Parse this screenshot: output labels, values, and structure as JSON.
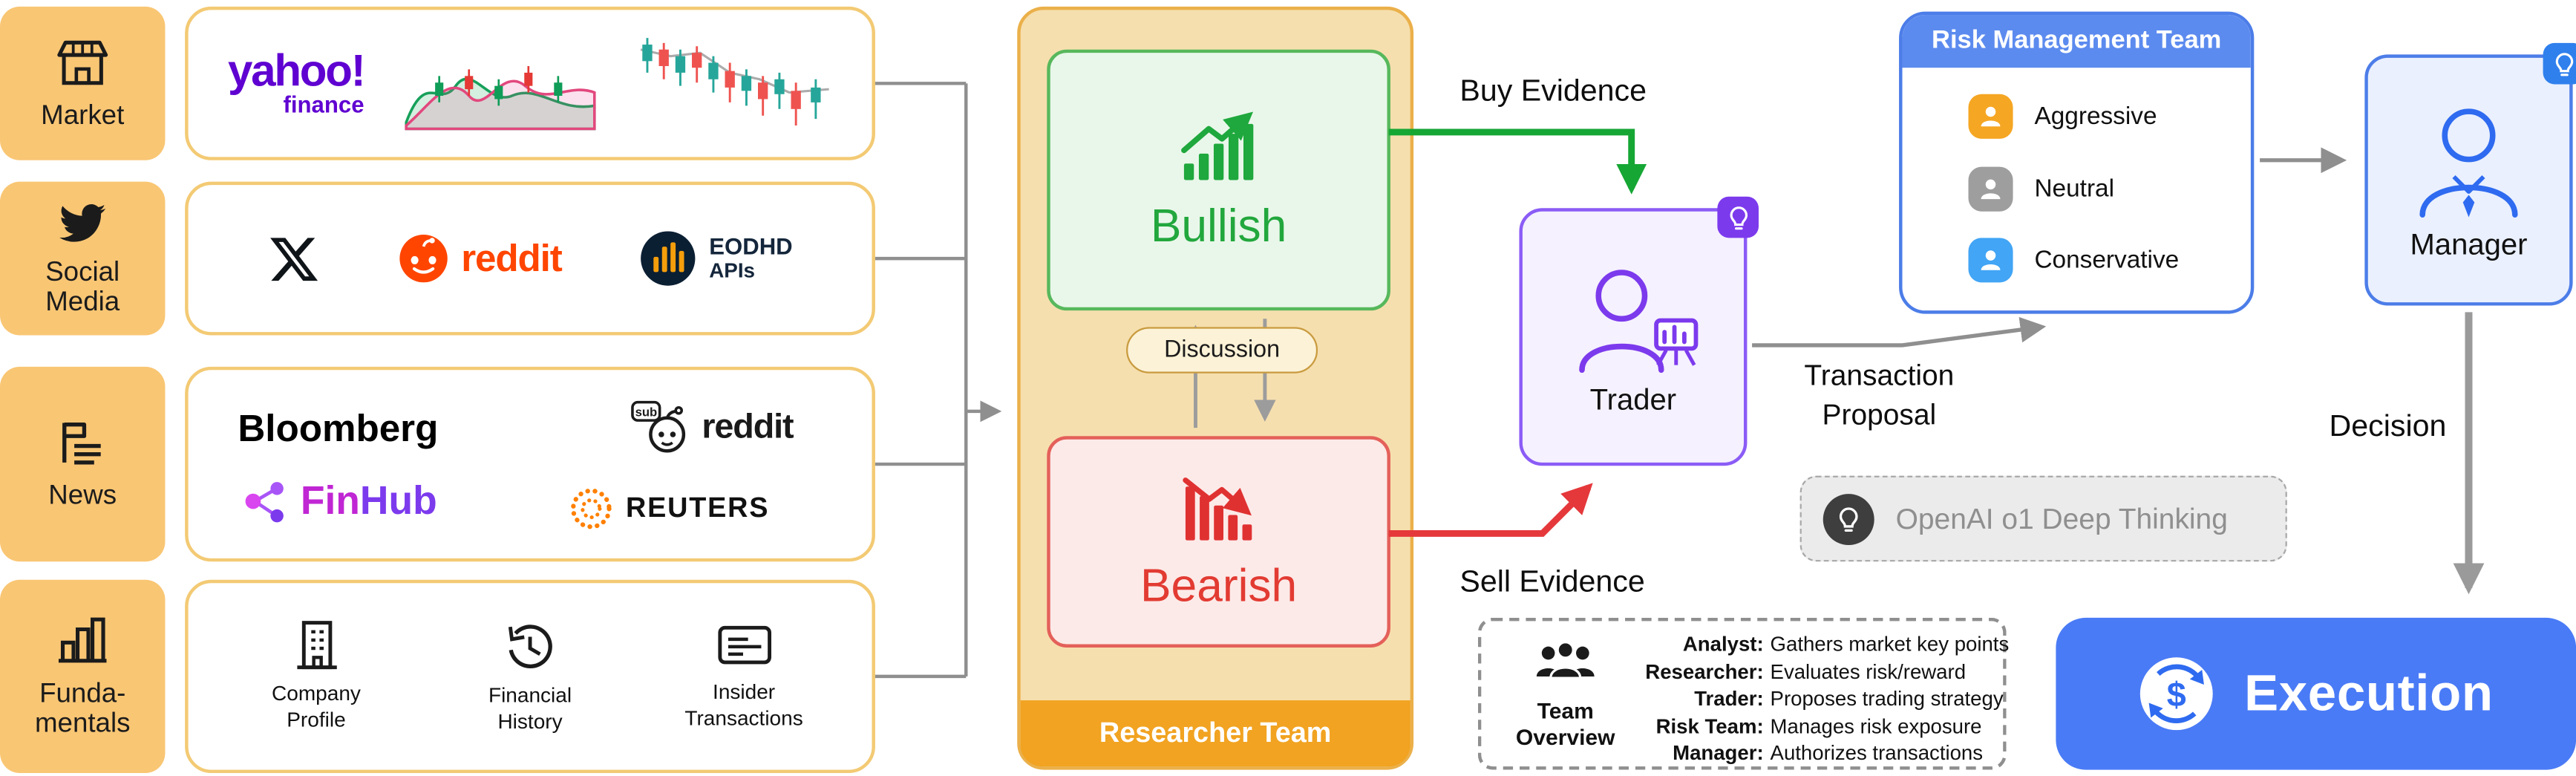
{
  "sources": {
    "market": {
      "label": "Market",
      "yahoo_line1": "yahoo!",
      "yahoo_line2": "finance"
    },
    "social": {
      "label_line1": "Social",
      "label_line2": "Media",
      "reddit": "reddit",
      "eodhd_line1": "EODHD",
      "eodhd_line2": "APIs"
    },
    "news": {
      "label": "News",
      "bloomberg": "Bloomberg",
      "subreddit_badge": "sub",
      "subreddit": "reddit",
      "finhub_fin": "Fin",
      "finhub_hub": "Hub",
      "reuters": "REUTERS"
    },
    "fundamentals": {
      "label_line1": "Funda-",
      "label_line2": "mentals",
      "items": [
        "Company Profile",
        "Financial History",
        "Insider Transactions"
      ]
    }
  },
  "researcher": {
    "title": "Researcher Team",
    "bullish_label": "Bullish",
    "bearish_label": "Bearish",
    "discussion_label": "Discussion"
  },
  "trader": {
    "label": "Trader"
  },
  "risk_team": {
    "title": "Risk Management Team",
    "members": [
      {
        "name": "Aggressive",
        "color": "#F5A623"
      },
      {
        "name": "Neutral",
        "color": "#9E9E9E"
      },
      {
        "name": "Conservative",
        "color": "#42A5F5"
      }
    ]
  },
  "manager": {
    "label": "Manager"
  },
  "execution": {
    "label": "Execution",
    "currency": "$"
  },
  "openai": {
    "label": "OpenAI o1 Deep Thinking"
  },
  "edges": {
    "buy": "Buy Evidence",
    "sell": "Sell Evidence",
    "transaction_line1": "Transaction",
    "transaction_line2": "Proposal",
    "decision": "Decision"
  },
  "team_overview": {
    "title_line1": "Team",
    "title_line2": "Overview",
    "rows": [
      {
        "role": "Analyst:",
        "desc": "Gathers market key points"
      },
      {
        "role": "Researcher:",
        "desc": "Evaluates risk/reward"
      },
      {
        "role": "Trader:",
        "desc": "Proposes trading strategy"
      },
      {
        "role": "Risk Team:",
        "desc": "Manages risk exposure"
      },
      {
        "role": "Manager:",
        "desc": "Authorizes transactions"
      }
    ]
  },
  "colors": {
    "source_tab": "#F9C674",
    "source_border": "#F3CA74",
    "researcher_bg": "#F6DFAE",
    "researcher_footer": "#F1A321",
    "bullish_green": "#22A73D",
    "bearish_red": "#E23B32",
    "trader_purple": "#7C3AED",
    "risk_blue": "#4C7DE8",
    "aggressive_orange": "#F5A623",
    "neutral_gray": "#9E9E9E",
    "conservative_blue": "#42A5F5",
    "execution_blue": "#4A7BF6",
    "buy_arrow": "#16A634",
    "sell_arrow": "#E5383B",
    "arrow_gray": "#8F8F8F",
    "yahoo_purple": "#5F01D1",
    "reddit_orange": "#FF4500",
    "reuters_orange": "#FF8000"
  },
  "icons": [
    "storefront-icon",
    "twitter-bird-icon",
    "news-flag-icon",
    "bar-chart-icon",
    "x-logo-icon",
    "reddit-snoo-icon",
    "eodhd-logo-icon",
    "subreddit-snoo-icon",
    "finhub-molecule-icon",
    "reuters-dotted-circle-icon",
    "building-icon",
    "history-clock-icon",
    "card-lines-icon",
    "bullish-chart-icon",
    "bearish-chart-icon",
    "trader-person-icon",
    "manager-person-icon",
    "lightbulb-badge-icon",
    "risk-person-icon",
    "dollar-sync-icon",
    "openai-lightbulb-icon",
    "team-people-icon",
    "wave-chart-graphic",
    "candlestick-chart-graphic"
  ]
}
